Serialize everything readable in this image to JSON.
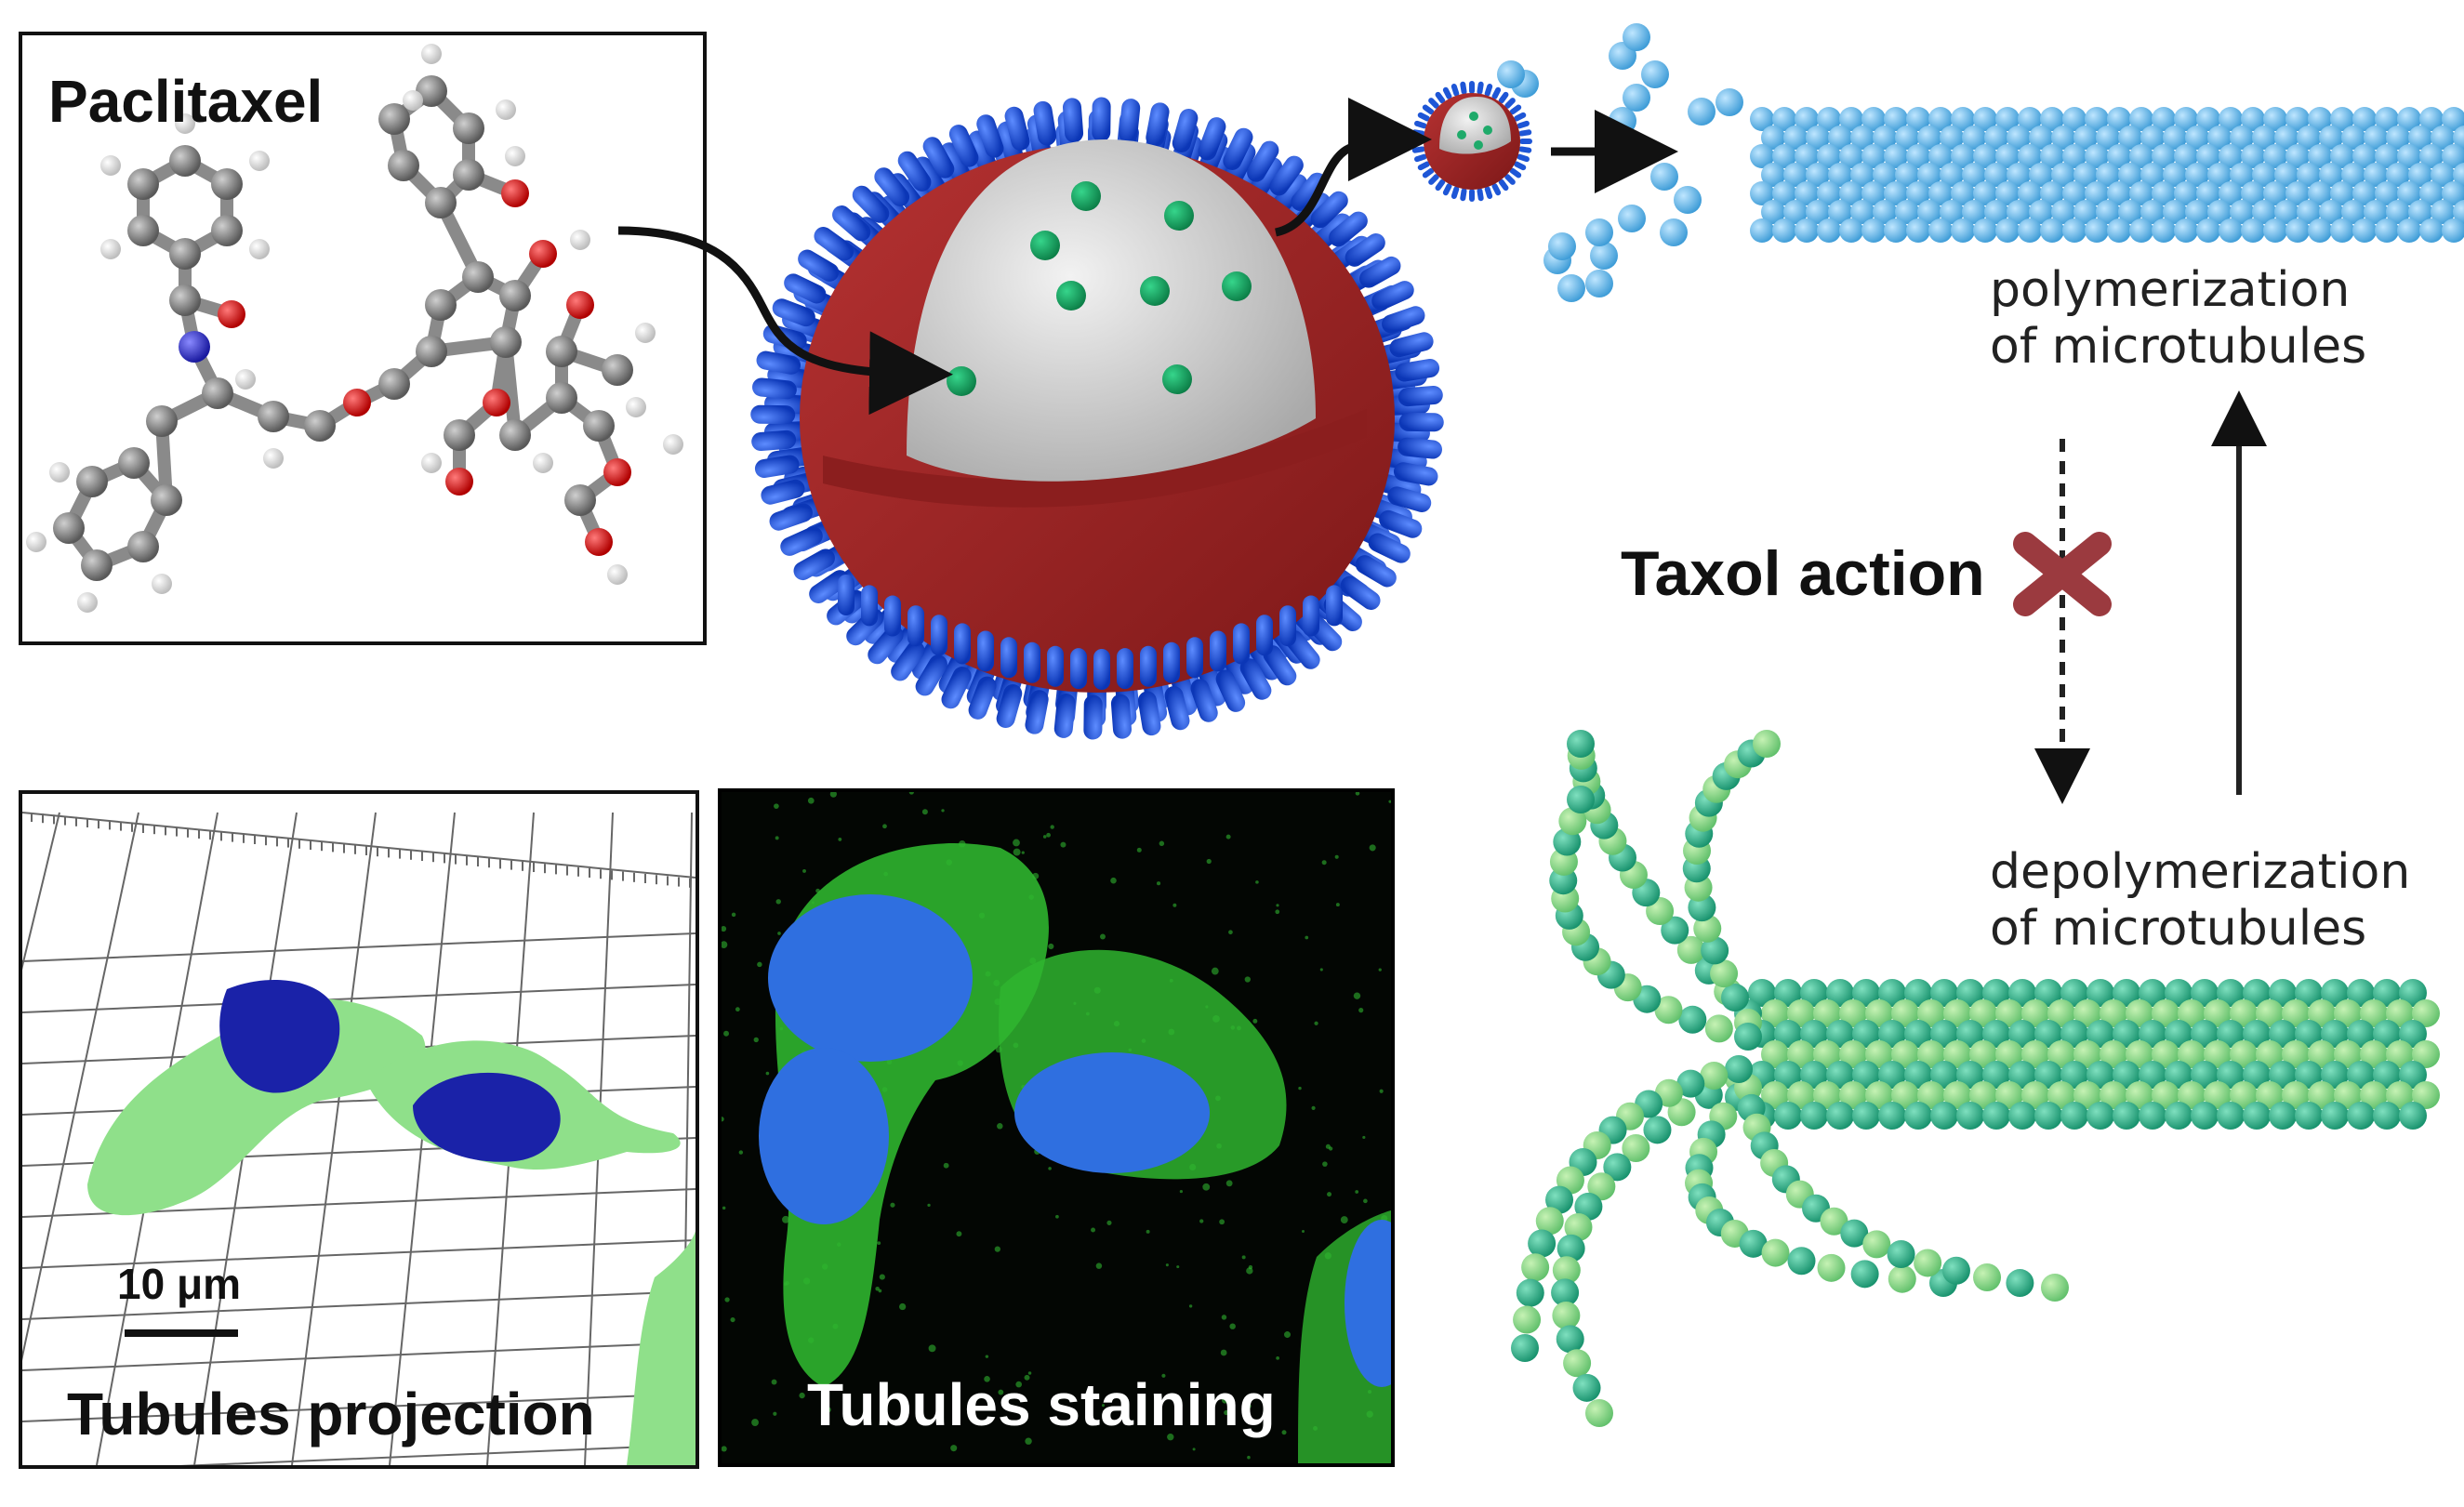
{
  "molecule_panel": {
    "title": "Paclitaxel"
  },
  "process": {
    "polymerization_label": [
      "polymerization",
      "of microtubules"
    ],
    "depolymerization_label": [
      "depolymerization",
      "of microtubules"
    ],
    "action_label": "Taxol action"
  },
  "projection_panel": {
    "caption": "Tubules projection",
    "scale_bar_label": "10 μm"
  },
  "staining_panel": {
    "caption": "Tubules staining"
  },
  "colors": {
    "micelle_shell": "#a52a2a",
    "micelle_heads": "#1e56d6",
    "micelle_core": "#d4d4d4",
    "drug_dots": "#1faa6a",
    "polymer_tubule": "#6fbce8",
    "depolymer_tubule": "#4fbf8e",
    "inhibition_cross": "#9b3a3f",
    "cell_green": "#8fe08a",
    "nucleus_blue": "#1a22a8",
    "stain_green": "#2fb52f",
    "stain_blue": "#2f6fe0"
  }
}
